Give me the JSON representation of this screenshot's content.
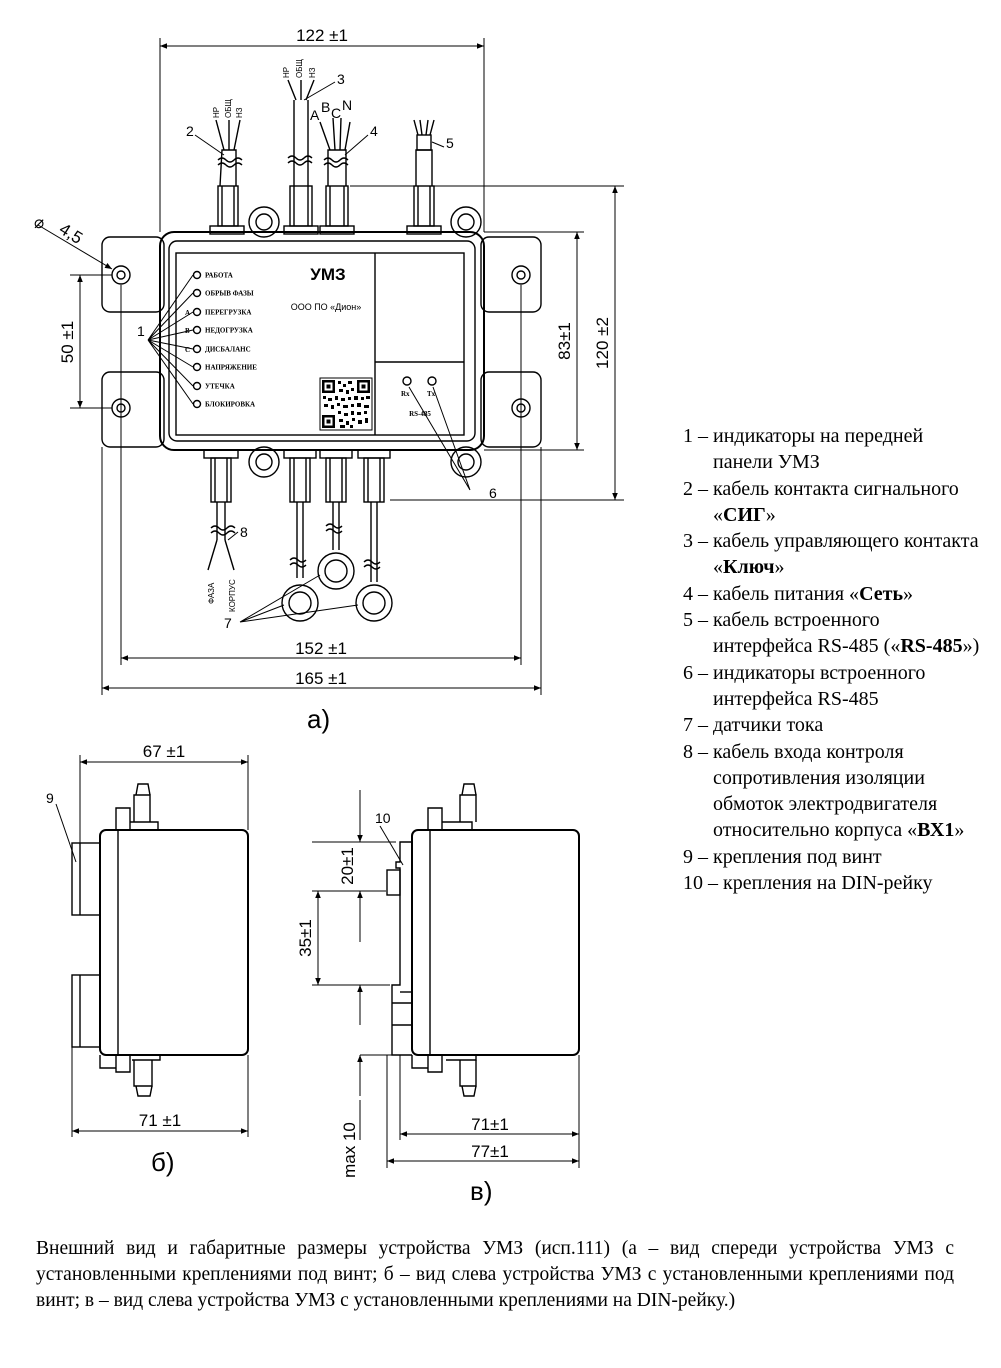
{
  "front_view": {
    "device_title": "УМЗ",
    "manufacturer": "ООО ПО «Дион»",
    "indicator_labels": [
      "РАБОТА",
      "ОБРЫВ ФАЗЫ",
      "ПЕРЕГРУЗКА",
      "НЕДОГРУЗКА",
      "ДИСБАЛАНС",
      "НАПРЯЖЕНИЕ",
      "УТЕЧКА",
      "БЛОКИРОВКА"
    ],
    "phase_letters": [
      "A",
      "B",
      "C"
    ],
    "rs485_label": "RS-485",
    "rx_label": "Rx",
    "tx_label": "Tx",
    "wire_labels_sig": [
      "НР",
      "ОБЩ",
      "НЗ"
    ],
    "wire_labels_key": [
      "НР",
      "ОБЩ",
      "НЗ"
    ],
    "wire_labels_net": [
      "A",
      "B",
      "C",
      "N"
    ],
    "wire_labels_bottom": [
      "ФАЗА",
      "КОРПУС"
    ],
    "callouts": [
      "1",
      "2",
      "3",
      "4",
      "5",
      "6",
      "7",
      "8"
    ],
    "dims": {
      "top_width": "122 ±1",
      "hole_spacing_h": "152 ±1",
      "overall_width": "165 ±1",
      "height_inner": "83±1",
      "height_outer": "120 ±2",
      "hole_spacing_v": "50 ±1",
      "hole_diameter": "4,5"
    },
    "view_label": "а)"
  },
  "side_view_b": {
    "callout": "9",
    "dim_top": "67 ±1",
    "dim_bottom": "71 ±1",
    "view_label": "б)"
  },
  "side_view_v": {
    "callout": "10",
    "dim_20": "20±1",
    "dim_35": "35±1",
    "dim_max10": "max 10",
    "dim_71": "71±1",
    "dim_77": "77±1",
    "view_label": "в)"
  },
  "legend": [
    {
      "num": "1 – ",
      "parts": [
        {
          "t": "индикаторы на передней панели УМЗ"
        }
      ]
    },
    {
      "num": "2 – ",
      "parts": [
        {
          "t": "кабель контакта сигнального «"
        },
        {
          "t": "СИГ",
          "b": true
        },
        {
          "t": "»"
        }
      ]
    },
    {
      "num": "3 – ",
      "parts": [
        {
          "t": "кабель управляющего контакта «"
        },
        {
          "t": "Ключ",
          "b": true
        },
        {
          "t": "»"
        }
      ]
    },
    {
      "num": "4 – ",
      "parts": [
        {
          "t": "кабель питания «"
        },
        {
          "t": "Сеть",
          "b": true
        },
        {
          "t": "»"
        }
      ]
    },
    {
      "num": "5 – ",
      "parts": [
        {
          "t": "кабель встроенного интерфейса RS-485 («"
        },
        {
          "t": "RS-485",
          "b": true
        },
        {
          "t": "»)"
        }
      ]
    },
    {
      "num": "6 – ",
      "parts": [
        {
          "t": "индикаторы встроенного интерфейса RS-485"
        }
      ]
    },
    {
      "num": "7 – ",
      "parts": [
        {
          "t": "датчики тока"
        }
      ]
    },
    {
      "num": "8 – ",
      "parts": [
        {
          "t": "кабель входа контроля сопротивления изоляции обмоток электродвигателя относительно корпуса «"
        },
        {
          "t": "ВХ1",
          "b": true
        },
        {
          "t": "»"
        }
      ]
    },
    {
      "num": "9 – ",
      "parts": [
        {
          "t": "крепления под винт"
        }
      ]
    },
    {
      "num": "10 – ",
      "parts": [
        {
          "t": "крепления на DIN-рейку"
        }
      ]
    }
  ],
  "caption": "Внешний вид и габаритные размеры устройства УМЗ (исп.111) (а – вид спереди устройства УМЗ с установленными креплениями под винт; б – вид слева устройства УМЗ с установленными креплениями под винт; в – вид слева устройства УМЗ с установленными креплениями на DIN-рейку.)"
}
